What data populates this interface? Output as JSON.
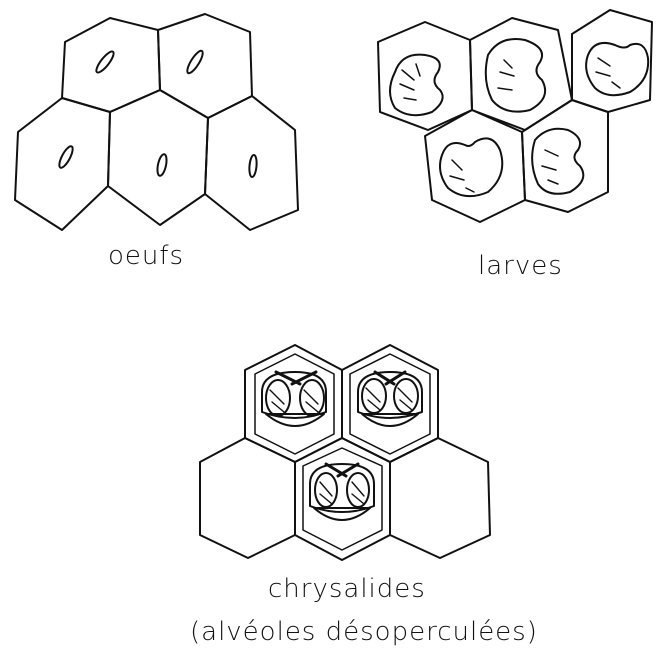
{
  "labels": {
    "eggs": "oeufs",
    "larvae": "larves",
    "pupae": "chrysalides",
    "pupae_note": "(alvéoles désoperculées)"
  },
  "colors": {
    "ink": "#111111",
    "paper": "#ffffff"
  }
}
